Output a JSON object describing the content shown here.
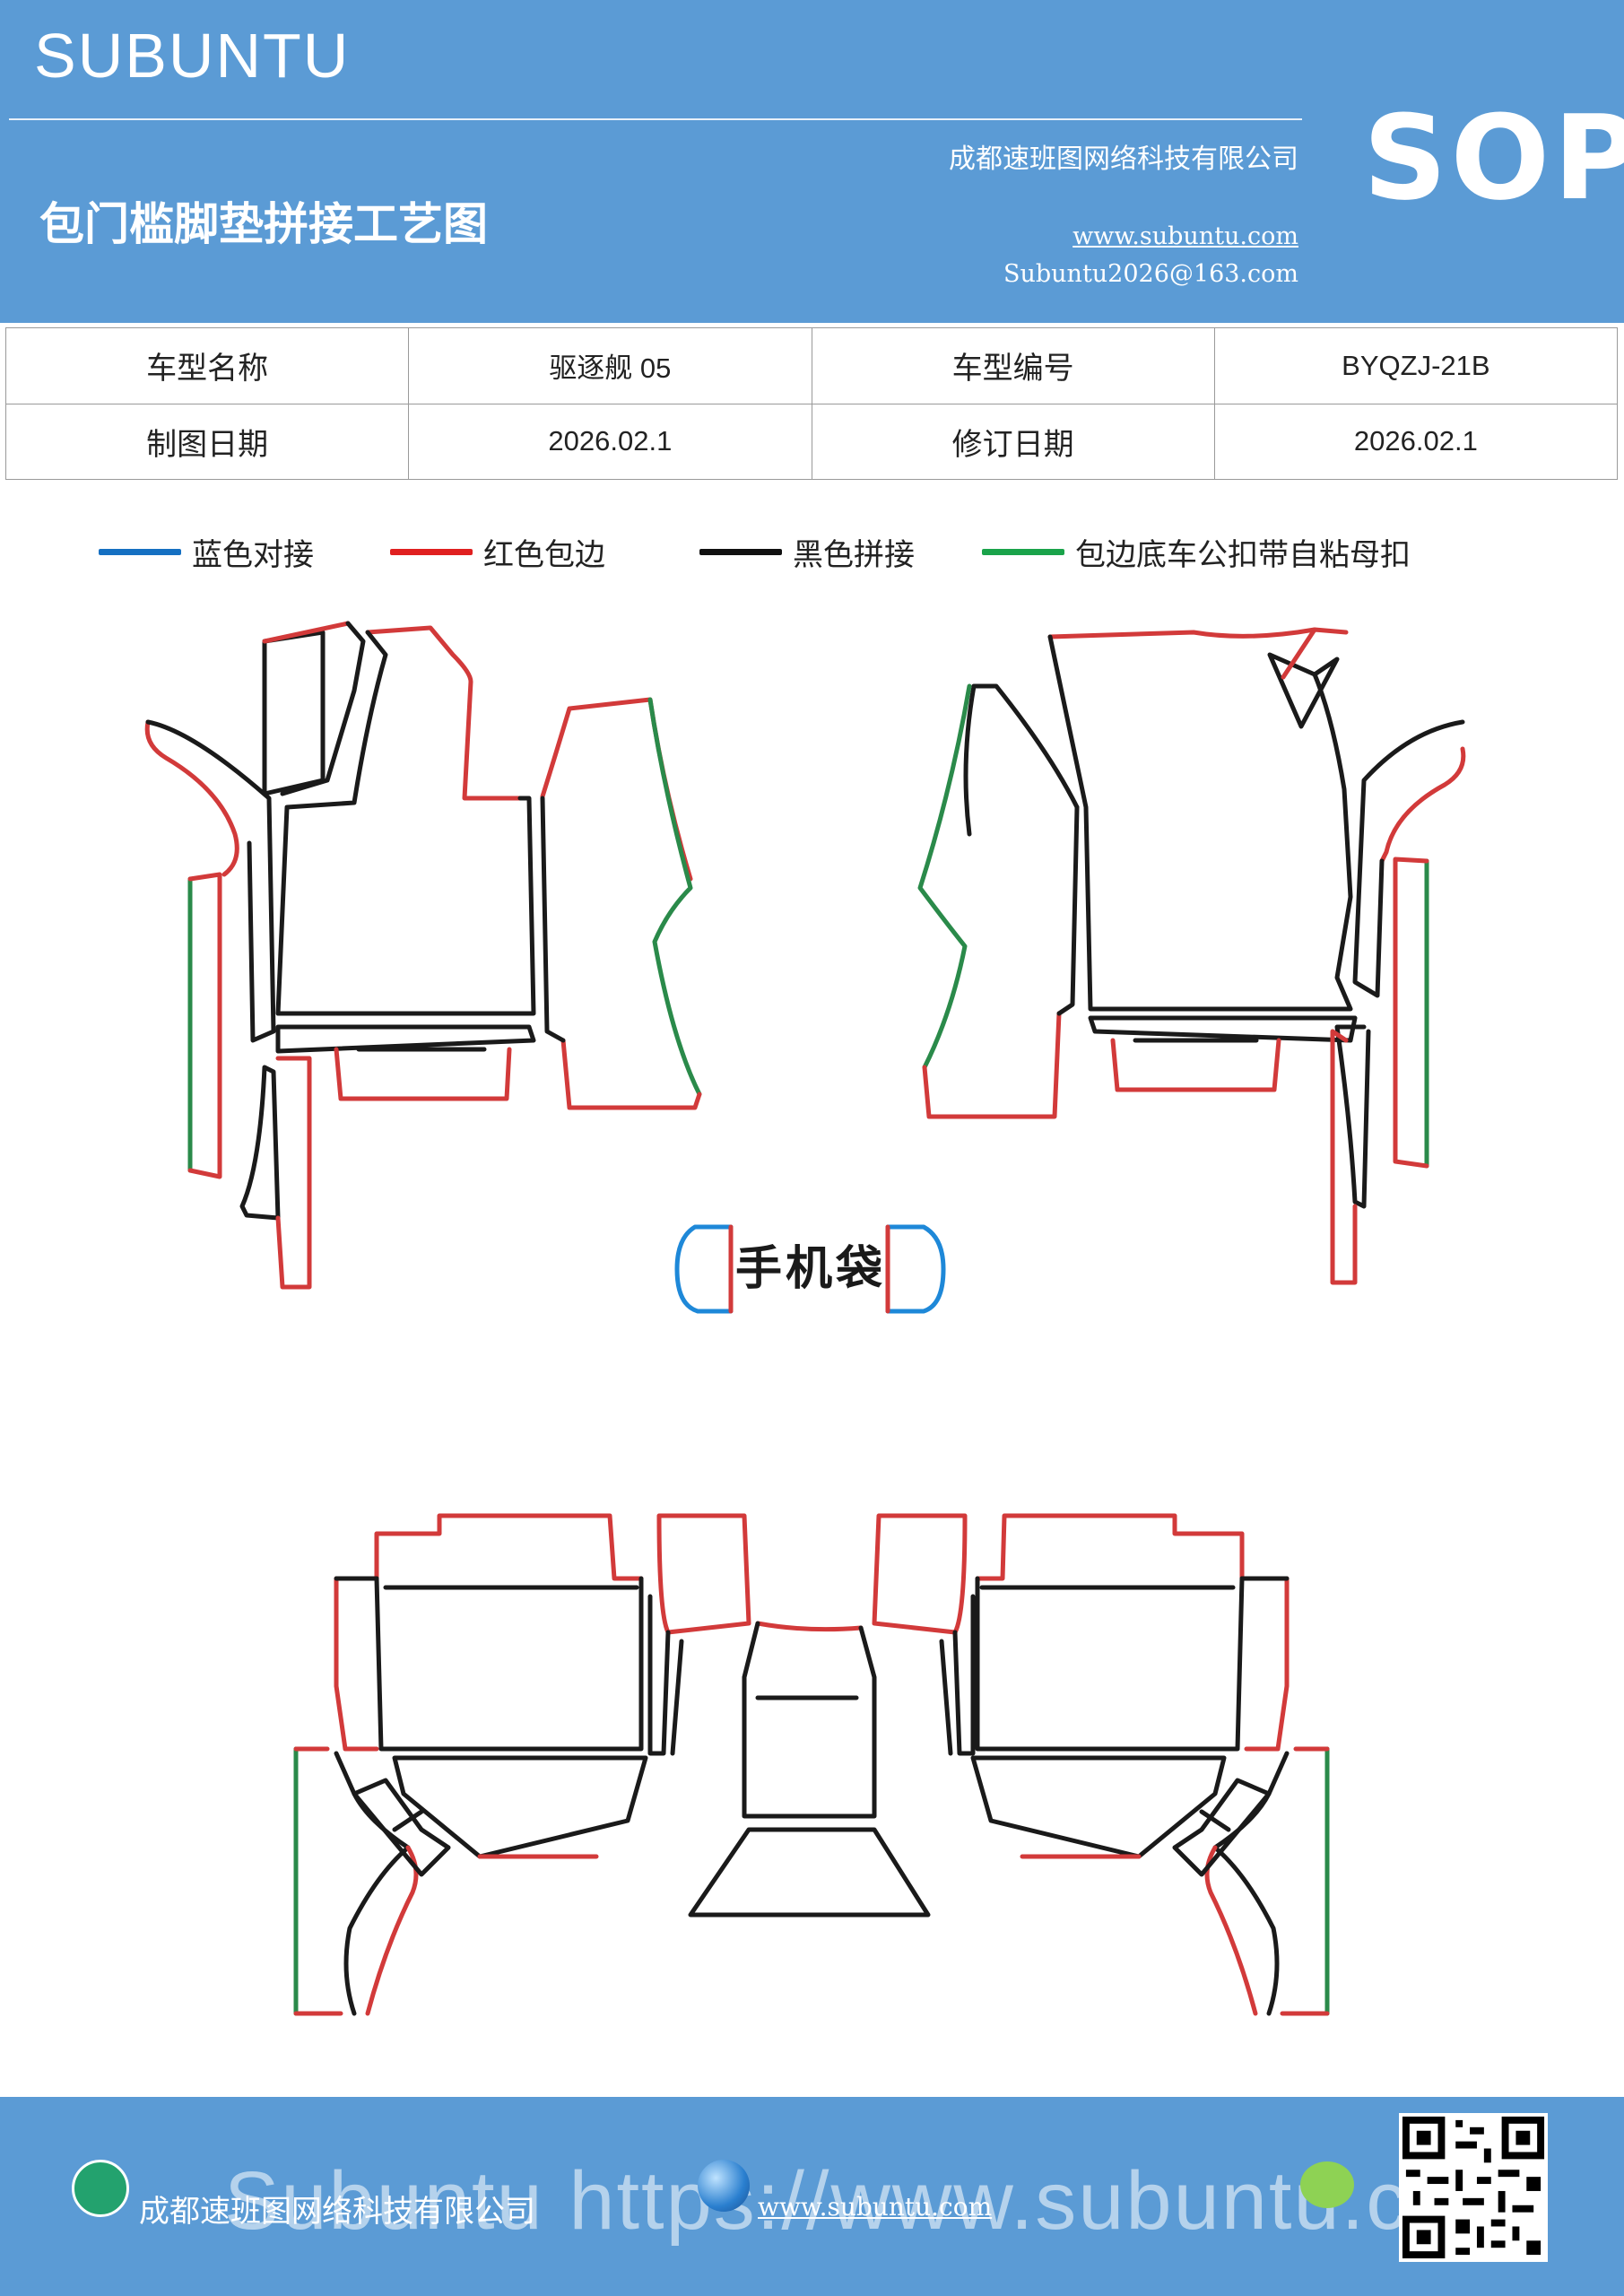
{
  "header": {
    "brand": "SUBUNTU",
    "title": "包门槛脚垫拼接工艺图",
    "company": "成都速班图网络科技有限公司",
    "website": "www.subuntu.com",
    "email": "Subuntu2026@163.com",
    "badge": "SOP"
  },
  "info_table": {
    "rows": [
      [
        "车型名称",
        "驱逐舰 05",
        "车型编号",
        "BYQZJ-21B"
      ],
      [
        "制图日期",
        "2026.02.1",
        "修订日期",
        "2026.02.1"
      ]
    ]
  },
  "legend": [
    {
      "label": "蓝色对接",
      "color": "#1570c2"
    },
    {
      "label": "红色包边",
      "color": "#e02020"
    },
    {
      "label": "黑色拼接",
      "color": "#111111"
    },
    {
      "label": "包边底车公扣带自粘母扣",
      "color": "#1aa34a"
    }
  ],
  "drawing": {
    "phone_pocket_label": "手机袋",
    "colors": {
      "red": "#d23a3a",
      "black": "#1a1a1a",
      "green": "#2a8a4a",
      "blue": "#1e88d8"
    }
  },
  "footer": {
    "company": "成都速班图网络科技有限公司",
    "website": "www.subuntu.com",
    "watermark": "Subuntu https://www.subuntu.com"
  }
}
